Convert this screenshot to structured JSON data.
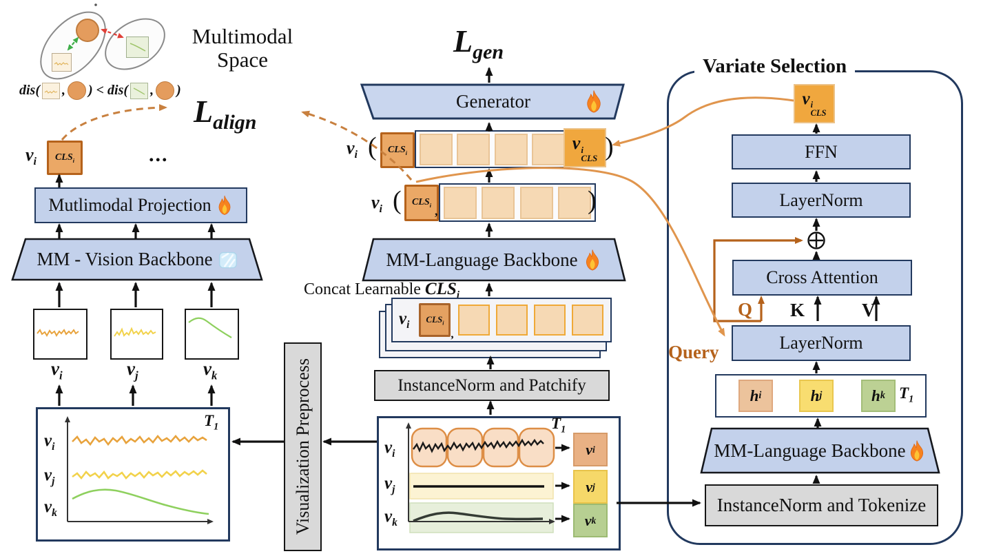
{
  "palette": {
    "block_blue": "#c3d1eb",
    "navy": "#22395e",
    "gray_box": "#d9d9d9",
    "orange_curve": "#e0954d",
    "dark_orange": "#b5621b",
    "cls_fill": "#eba866",
    "token_fill": "#f6d9b4",
    "token_gold_border": "#efa937",
    "vcls_fill": "#f0a73e",
    "series_orange": "#e8a33d",
    "series_yellow": "#f2d24b",
    "series_green": "#8ed05e",
    "yellow_box": "#f6d869",
    "green_box": "#b7cf92",
    "tan_box": "#ecc39c"
  },
  "icons": {
    "trainable": "fire-icon",
    "frozen": "ice-icon"
  },
  "multimodal_space": {
    "title_line1": "Multimodal",
    "title_line2": "Space",
    "formula": {
      "dis_open": "dis(",
      "comma": ",",
      "close_less_open": ") < dis(",
      "close": ")"
    }
  },
  "losses": {
    "align_base": "L",
    "align_sub": "align",
    "gen_base": "L",
    "gen_sub": "gen"
  },
  "sym": {
    "v": "v",
    "i": "i",
    "j": "j",
    "k": "k",
    "T": "T",
    "one": "1",
    "cls": "CLS",
    "h": "h",
    "ellipsis": "...",
    "open": "(",
    "close": ")",
    "comma": ","
  },
  "left": {
    "projection": "Mutlimodal Projection",
    "vision_backbone": "MM - Vision Backbone"
  },
  "center": {
    "generator": "Generator",
    "language_backbone": "MM-Language Backbone",
    "concat_prefix": "Concat Learnable",
    "patchify": "InstanceNorm and Patchify",
    "visualization": "Visualization Preprocess"
  },
  "right": {
    "title": "Variate Selection",
    "ffn": "FFN",
    "layernorm": "LayerNorm",
    "cross_attention": "Cross Attention",
    "q": "Q",
    "k": "K",
    "v": "V",
    "query": "Query",
    "language_backbone": "MM-Language Backbone",
    "tokenize": "InstanceNorm and Tokenize"
  }
}
